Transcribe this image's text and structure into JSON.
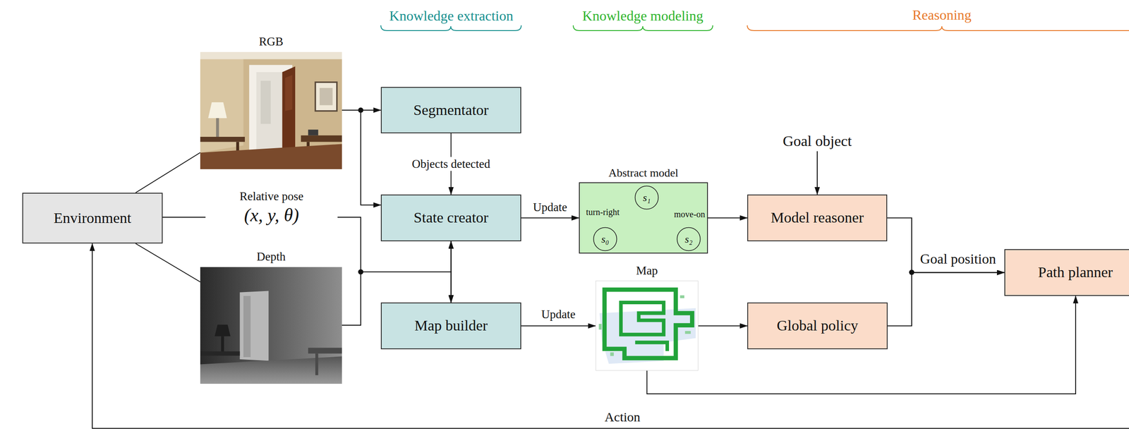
{
  "diagram": {
    "nodes": [
      {
        "text": [
          "Environment"
        ]
      },
      {
        "text": [
          "RGB"
        ]
      },
      {
        "text": [
          "Relative pose",
          "(x, y, θ)"
        ]
      },
      {
        "text": [
          "Depth"
        ]
      },
      {
        "text": [
          "Segmentator"
        ]
      },
      {
        "text": [
          "State creator"
        ]
      },
      {
        "text": [
          "Map builder"
        ]
      },
      {
        "text": [
          "Abstract model"
        ]
      },
      {
        "text": [
          "s₀"
        ],
        "in": 7
      },
      {
        "text": [
          "s₁"
        ],
        "in": 7
      },
      {
        "text": [
          "s₂"
        ],
        "in": 7
      },
      {
        "text": [
          "Map"
        ]
      },
      {
        "text": [
          "Goal object"
        ]
      },
      {
        "text": [
          "Model reasoner"
        ]
      },
      {
        "text": [
          "Global policy"
        ]
      },
      {
        "text": [
          "Path planner"
        ]
      }
    ],
    "edges": [
      {
        "from": 0,
        "to": 1,
        "arrow": "none"
      },
      {
        "from": 0,
        "to": 2,
        "arrow": "none"
      },
      {
        "from": 0,
        "to": 3,
        "arrow": "none"
      },
      {
        "from": 1,
        "to": 4,
        "arrow": "to"
      },
      {
        "from": 1,
        "to": 5,
        "arrow": "to"
      },
      {
        "from": 2,
        "to": 5,
        "arrow": "to"
      },
      {
        "from": 2,
        "to": 6,
        "arrow": "to"
      },
      {
        "from": 3,
        "to": 5,
        "arrow": "to"
      },
      {
        "from": 3,
        "to": 6,
        "arrow": "to"
      },
      {
        "from": 4,
        "to": 5,
        "label": "Objects detected",
        "arrow": "to"
      },
      {
        "from": 5,
        "to": 7,
        "label": "Update",
        "arrow": "to"
      },
      {
        "from": 6,
        "to": 11,
        "label": "Update",
        "arrow": "to"
      },
      {
        "from": 8,
        "to": 9,
        "label": "turn-right",
        "arrow": "to"
      },
      {
        "from": 9,
        "to": 10,
        "label": "move-on",
        "arrow": "to"
      },
      {
        "from": 7,
        "to": 13,
        "arrow": "to"
      },
      {
        "from": 11,
        "to": 14,
        "arrow": "to"
      },
      {
        "from": 12,
        "to": 13,
        "arrow": "to"
      },
      {
        "from": 13,
        "to": 15,
        "label": "Goal position",
        "arrow": "to"
      },
      {
        "from": 14,
        "to": 15,
        "arrow": "to"
      },
      {
        "from": 11,
        "to": 15,
        "arrow": "to"
      },
      {
        "from": 15,
        "to": 0,
        "label": "Action",
        "arrow": "to"
      }
    ],
    "labels": [
      "Knowledge extraction",
      "Knowledge modeling",
      "Reasoning"
    ]
  }
}
